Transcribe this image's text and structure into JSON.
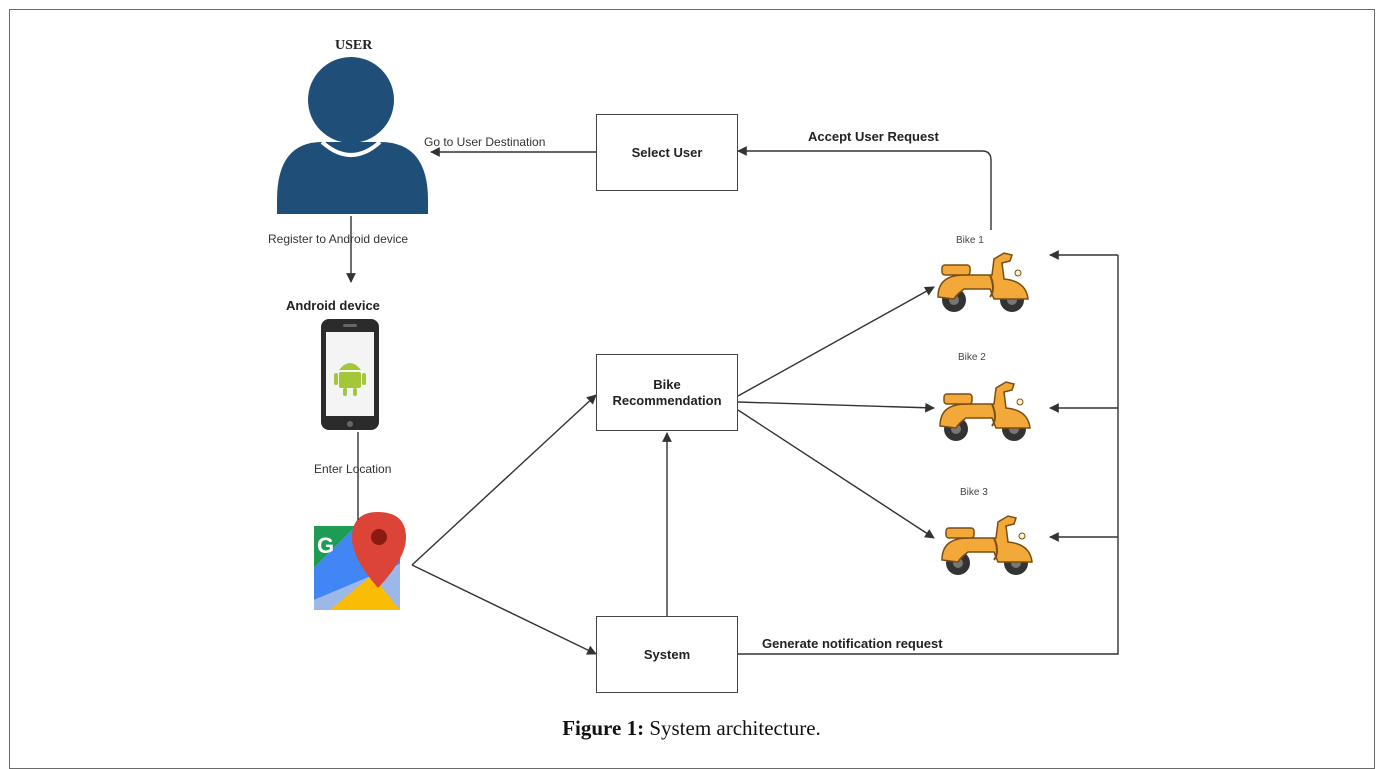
{
  "diagram": {
    "user_label": "USER",
    "android_label": "Android device",
    "maps_letter": "G",
    "boxes": {
      "select_user": "Select User",
      "bike_recommendation": "Bike\nRecommendation",
      "system": "System"
    },
    "edges": {
      "go_to_destination": "Go to User Destination",
      "accept_request": "Accept User Request",
      "register": "Register to Android device",
      "enter_location": "Enter Location",
      "generate_notification": "Generate notification request"
    },
    "bikes": [
      "Bike 1",
      "Bike 2",
      "Bike 3"
    ]
  },
  "caption": {
    "prefix": "Figure 1:",
    "text": " System architecture."
  },
  "colors": {
    "user": "#1f4e79",
    "bike": "#f3a83a",
    "android_green": "#a4c639",
    "maps_red": "#db4437"
  }
}
